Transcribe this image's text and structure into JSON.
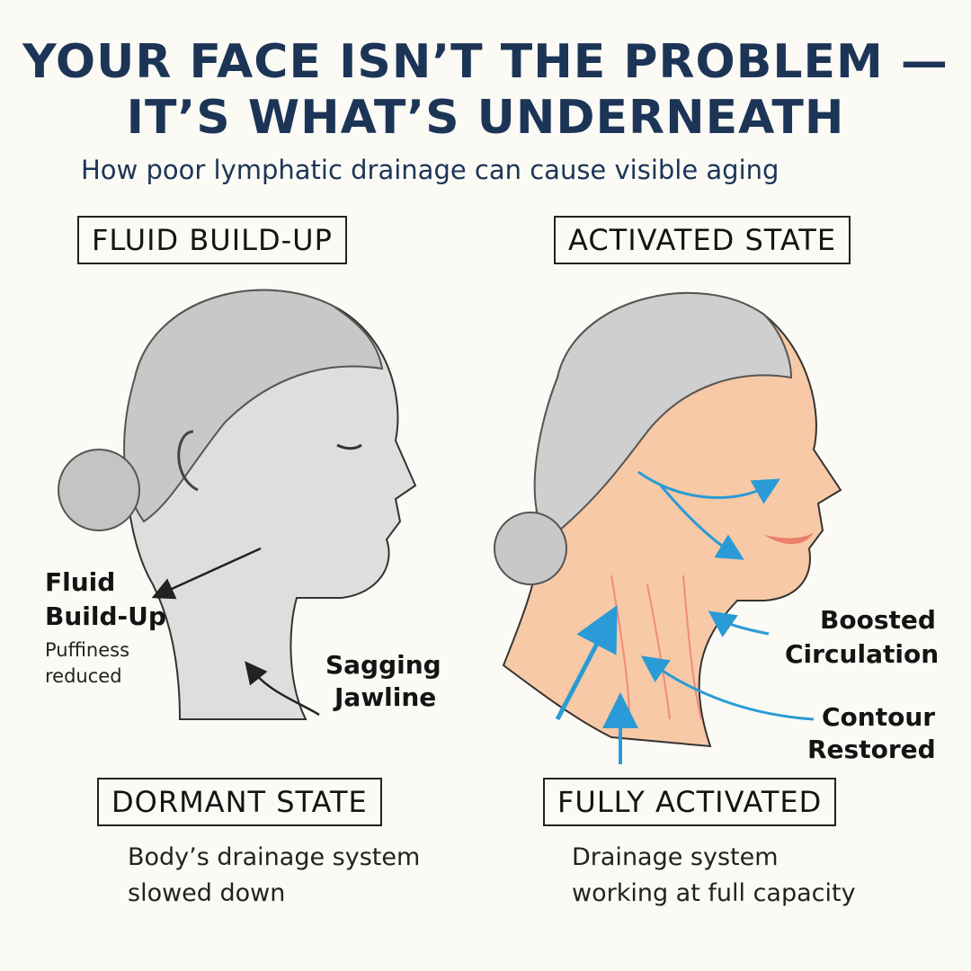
{
  "header": {
    "title_line1": "YOUR FACE ISN’T THE PROBLEM —",
    "title_line2": "IT’S WHAT’S UNDERNEATH",
    "subtitle": "How poor lymphatic drainage can cause visible aging"
  },
  "left": {
    "top_box": "FLUID BUILD-UP",
    "label1": "Fluid",
    "label2": "Build-Up",
    "note1": "Puffiness",
    "note2": "reduced",
    "label_sag1": "Sagging",
    "label_sag2": "Jawline",
    "bottom_box": "DORMANT STATE",
    "desc1": "Body’s drainage system",
    "desc2": "slowed down"
  },
  "right": {
    "top_box": "ACTIVATED STATE",
    "label_boost1": "Boosted",
    "label_boost2": "Circulation",
    "label_contour1": "Contour",
    "label_contour2": "Restored",
    "bottom_box": "FULLY ACTIVATED",
    "desc1": "Drainage system",
    "desc2": "working at full capacity"
  },
  "colors": {
    "title": "#1c3557",
    "arrow": "#2a9bd6",
    "skin": "#f7c9a6",
    "grey": "#d9d9d9"
  }
}
